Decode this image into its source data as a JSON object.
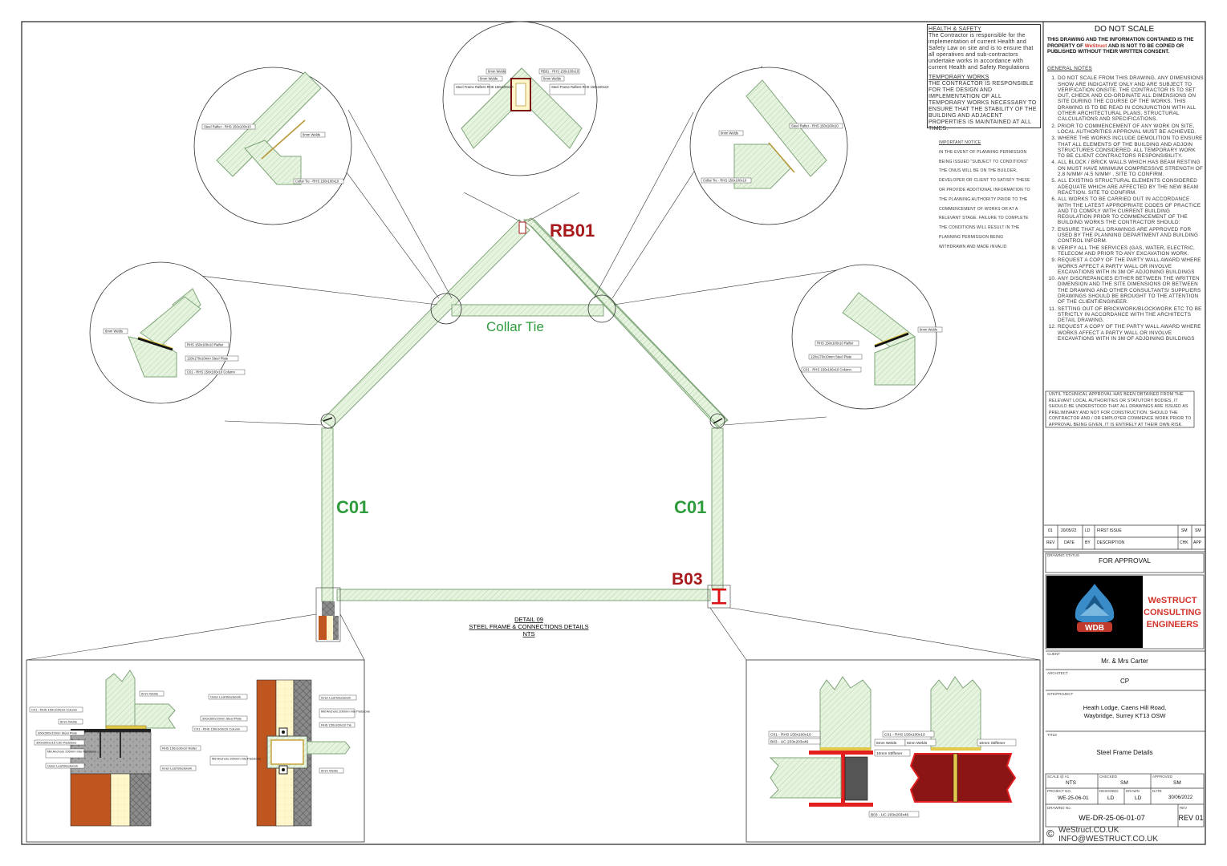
{
  "labels": {
    "rb01": "RB01",
    "collar_tie": "Collar Tie",
    "c01_left": "C01",
    "c01_right": "C01",
    "b03": "B03"
  },
  "detail_title": [
    "DETAIL 09",
    "STEEL FRAME & CONNECTIONS DETAILS",
    "NTS"
  ],
  "callouts": {
    "ridge": {
      "welds_a": "6mm Welds",
      "welds_b": "6mm Welds",
      "rb01": "RB01 - RHS 150x100x10",
      "welds_c": "6mm Welds",
      "rafter_l": "Steel Frame Rafters RHS 150x100x10",
      "rafter_r": "Steel Frame Rafters RHS 150x100x10"
    },
    "collar_left": {
      "rafter": "Steel Rafter - RHS 150x100x10",
      "welds": "6mm Welds",
      "tie": "Collar Tie - RHS 150x100x10"
    },
    "collar_right": {
      "welds": "6mm Welds",
      "rafter": "Steel Rafter - RHS 150x100x10",
      "tie": "Collar Tie - RHS 150x100x10"
    },
    "eaves_left": {
      "welds": "6mm Welds",
      "rafter": "RHS 150x100x10 Rafter",
      "plate": "120x170x10mm Steel Plate",
      "column": "C01 - RHS 150x100x10 Column"
    },
    "eaves_right": {
      "welds": "6mm Welds",
      "rafter": "RHS 150x100x10 Rafter",
      "plate": "120x170x10mm Steel Plate",
      "column": "C01 - RHS 150x100x10 Column"
    },
    "base": {
      "welds_top": "6mm Welds",
      "column": "C01 - RHS 150x100x10 Column",
      "welds": "6mm Welds",
      "plate": "300x300x10mm Steel Plate",
      "padstone": "300x300x215 C30 Padstone",
      "anchors": "M8 Anchors 200mm into Padstone",
      "outer_leaf": "Outer Leaf Blockwork",
      "rafter": "RHS 150x100x10 Rafter",
      "inner_leaf": "Inner Leaf Blockwork"
    },
    "section": {
      "outer_leaf": "Outer Leaf Blockwork",
      "plate": "300x300x10mm Steel Plate",
      "column": "C01 - RHS 150x100x10 Column",
      "anchors_l": "M8 Anchors 200mm into Padstone",
      "inner_leaf": "Inner Leaf Blockwork",
      "anchors_r": "M8 Anchors 200mm into Padstone",
      "tie": "RHS 150x100x10 Tie",
      "welds": "6mm Welds"
    },
    "beam1": {
      "column": "C01 - RHS 150x100x10",
      "beam": "B03 - UC 203x203x46",
      "welds": "6mm Welds",
      "stiffener": "10mm Stiffener"
    },
    "beam2": {
      "column": "C01 - RHS 150x100x10",
      "welds": "6mm Welds",
      "stiffener": "10mm Stiffener",
      "beam": "B03 - UC 203x203x46"
    }
  },
  "health_safety": {
    "heading": "HEALTH & SAFETY",
    "text": "The Contractor is responsible for the implementation of current Health and Safety Law on site and is to ensure that all operatives and sub-contractors undertake works in accordance with current Health and Safety Regulations",
    "temp_heading": "TEMPORARY WORKS",
    "temp_text": "THE CONTRACTOR IS RESPONSIBLE FOR THE DESIGN AND IMPLEMENTATION OF ALL TEMPORARY WORKS NECESSARY TO ENSURE THAT THE STABILITY OF THE BUILDING AND ADJACENT PROPERTIES IS MAINTAINED AT ALL TIMES."
  },
  "important_notice": {
    "heading": "IMPORTANT NOTICE",
    "text": "IN THE EVENT OF PLANNING PERMISSION BEING ISSUED \"SUBJECT TO CONDITIONS\" THE ONUS WILL BE ON THE BUILDER, DEVELOPER OR CLIENT TO SATISFY THESE OR PROVIDE ADDITIONAL INFORMATION TO THE PLANNING AUTHORITY PRIOR TO THE COMMENCEMENT OF WORKS OR AT A RELEVANT STAGE. FAILURE TO COMPLETE THE CONDITIONS WILL RESULT IN THE PLANNING PERMISSION BEING WITHDRAWN AND MADE INVALID"
  },
  "title_block": {
    "do_not_scale": "DO NOT SCALE",
    "copyright_pre": "THIS DRAWING AND THE INFORMATION CONTAINED IS THE PROPERTY OF ",
    "copyright_brand": "WeStruct",
    "copyright_post": " AND IS NOT TO BE COPIED OR PUBLISHED WITHOUT THEIR WRITTEN CONSENT.",
    "general_notes_heading": "GENERAL NOTES",
    "general_notes": [
      "DO NOT SCALE FROM THIS DRAWING, ANY DIMENSIONS SHOW ARE INDICATIVE ONLY AND ARE SUBJECT TO VERIFICATION ONSITE. THE CONTRACTOR IS TO SET OUT, CHECK AND CO-ORDINATE ALL DIMENSIONS ON SITE DURING THE COURSE OF THE WORKS. THIS DRAWING IS TO BE READ IN CONJUNCTION WITH ALL OTHER ARCHITECTURAL PLANS, STRUCTURAL CALCULATIONS AND SPECIFICATIONS.",
      "PRIOR TO COMMENCEMENT OF ANY WORK ON SITE, LOCAL AUTHORITIES APPROVAL MUST BE ACHIEVED.",
      "WHERE THE WORKS INCLUDE DEMOLITION TO ENSURE THAT ALL ELEMENTS OF THE BUILDING AND ADJOIN STRUCTURES CONSIDERED. ALL TEMPORARY WORK TO BE CLIENT CONTRACTORS RESPONSIBILITY.",
      "ALL BLOCK / BRICK WALLS WHICH HAS BEAM RESTING ON MUST HAVE MINIMUM COMPRESSIVE STRENGTH OF 2.8 N/MM² /4.5 N/MM² , SITE TO CONFIRM.",
      "ALL EXISTING STRUCTURAL ELEMENTS CONSIDERED ADEQUATE WHICH ARE AFFECTED BY THE NEW BEAM REACTION. SITE TO CONFIRM.",
      "ALL WORKS TO BE CARRIED OUT IN ACCORDANCE WITH THE LATEST APPROPRIATE CODES OF PRACTICE AND TO COMPLY WITH CURRENT BUILDING REGULATION PRIOR TO COMMENCEMENT OF THE BUILDING WORKS THE CONTRACTOR SHOULD:",
      "ENSURE THAT ALL DRAWINGS ARE APPROVED FOR USED BY THE PLANNING DEPARTMENT AND BUILDING CONTROL INFORM.",
      "VERIFY ALL THE SERVICES (GAS, WATER, ELECTRIC, TELECOM AND PRIOR TO ANY EXCAVATION WORK.",
      "REQUEST A COPY OF THE PARTY WALL AWARD WHERE WORKS AFFECT A PARTY WALL OR INVOLVE EXCAVATIONS WITH IN 3M OF ADJOINING BUILDINGS",
      "ANY DISCREPANCIES EITHER BETWEEN THE WRITTEN DIMENSION AND THE SITE DIMENSIONS OR BETWEEN THE DRAWING AND OTHER CONSULTANTS/ SUPPLIERS DRAWINGS SHOULD BE BROUGHT TO THE ATTENTION OF THE CLIENT/ENGINEER.",
      "SETTING OUT OF BRICKWORK/BLOCKWORK ETC TO BE STRICTLY IN ACCORDANCE WITH THE ARCHITECTS DETAIL DRAWING.",
      "REQUEST A COPY OF THE PARTY WALL AWARD WHERE WORKS AFFECT A PARTY WALL OR INVOLVE EXCAVATIONS WITH IN 3M OF ADJOINING BUILDINGS"
    ],
    "approval_note": "UNTIL TECHNICAL APPROVAL HAS BEEN OBTAINED FROM THE RELEVANT LOCAL AUTHORITIES OR STATUTORY BODIES, IT SHOULD BE UNDERSTOOD THAT ALL DRAWINGS ARE ISSUED AS PRELIMINARY AND NOT FOR CONSTRUCTION. SHOULD THE CONTRACTOR AND / OR EMPLOYER COMMENCE WORK PRIOR TO APPROVAL BEING GIVEN, IT IS ENTIRELY AT THEIR OWN RISK.",
    "revision": {
      "rev": "01",
      "date": "20/05/22",
      "by": "LD",
      "description": "FIRST ISSUE",
      "chk": "SM",
      "app": "SM"
    },
    "revision_headers": {
      "rev": "REV",
      "date": "DATE",
      "by": "BY",
      "description": "DESCRIPTION",
      "chk": "CHK",
      "app": "APP"
    },
    "drawing_status_label": "DRAWING STATUS",
    "drawing_status": "FOR APPROVAL",
    "company_name": [
      "WeSTRUCT",
      "CONSULTING",
      "ENGINEERS"
    ],
    "logo_text": "WDB",
    "client_label": "CLIENT",
    "client": "Mr. & Mrs Carter",
    "architect_label": "ARCHITECT",
    "architect": "CP",
    "project_label": "SITE/PROJECT",
    "project": [
      "Heath Lodge, Caens Hill Road,",
      "Waybridge, Surrey KT13 OSW"
    ],
    "title_label": "TITLE",
    "title": "Steel Frame Details",
    "scale_label": "SCALE @ A1",
    "scale": "NTS",
    "checked_label": "CHECKED",
    "checked": "SM",
    "approved_label": "APPROVED",
    "approved": "SM",
    "project_no_label": "PROJECT NO.",
    "project_no": "WE-25-06-01",
    "designed_label": "DESIGNED",
    "designed": "LD",
    "drawn_label": "DRAWN",
    "drawn": "LD",
    "date_label": "DATE",
    "date": "30/06/2022",
    "drawing_no_label": "DRAWING No.",
    "drawing_no": "WE-DR-25-06-01-07",
    "rev_label": "REV",
    "rev": "REV 01",
    "website": "WeStruct.CO.UK",
    "email": "INFO@WESTRUCT.CO.UK",
    "copyright_symbol": "©"
  },
  "colors": {
    "steel_fill": "#e3f2dc",
    "steel_line": "#7fa57a",
    "label_red": "#a8191c",
    "label_green": "#2e9b3c",
    "brick": "#c0561f",
    "beam_red": "#8b1515",
    "insulation": "#fff6cc",
    "logo_blue": "#3a8cc8"
  }
}
